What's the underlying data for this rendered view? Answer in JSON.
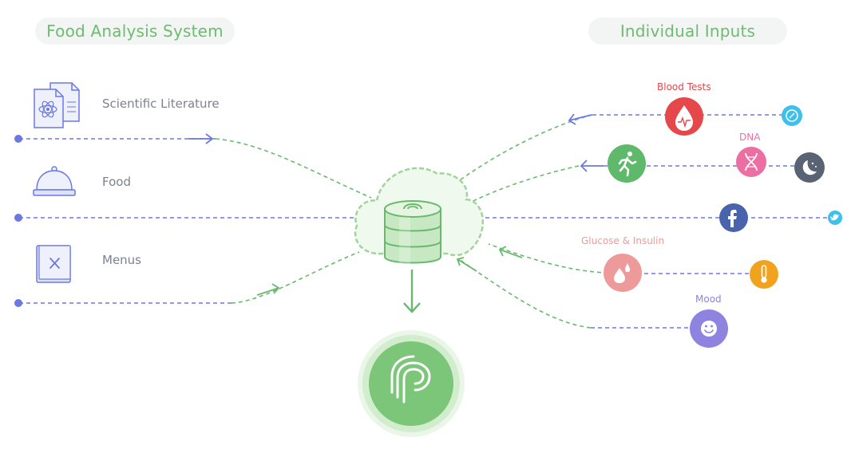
{
  "headers": {
    "left": "Food Analysis System",
    "right": "Individual Inputs"
  },
  "sources": [
    {
      "label": "Scientific Literature",
      "icon": "document-atom-icon"
    },
    {
      "label": "Food",
      "icon": "food-cloche-icon"
    },
    {
      "label": "Menus",
      "icon": "menu-book-icon"
    }
  ],
  "inputs": {
    "blood_tests": {
      "label": "Blood Tests",
      "color": "#e5474a",
      "icon": "blood-drop-pulse-icon"
    },
    "dna": {
      "label": "DNA",
      "color": "#ec6ea3",
      "icon": "dna-helix-icon"
    },
    "glucose": {
      "label": "Glucose & Insulin",
      "color": "#ee9a9a",
      "icon": "drops-icon"
    },
    "mood": {
      "label": "Mood",
      "color": "#8f83e0",
      "icon": "smiley-icon"
    },
    "activity": {
      "color": "#5fb96b",
      "icon": "running-person-icon"
    },
    "sleep": {
      "color": "#5a6373",
      "icon": "moon-stars-icon"
    },
    "facebook": {
      "color": "#4a63ad",
      "icon": "facebook-icon"
    },
    "twitter": {
      "color": "#3fc0ec",
      "icon": "twitter-icon"
    },
    "fitness_watch": {
      "color": "#3fc0ec",
      "icon": "watch-icon"
    },
    "temperature": {
      "color": "#f1a21f",
      "icon": "thermometer-icon"
    }
  },
  "colors": {
    "flow_green": "#69b96d",
    "flow_blue": "#6b78e0",
    "accent_green": "#7bc678",
    "label_gray": "#7b8290"
  }
}
